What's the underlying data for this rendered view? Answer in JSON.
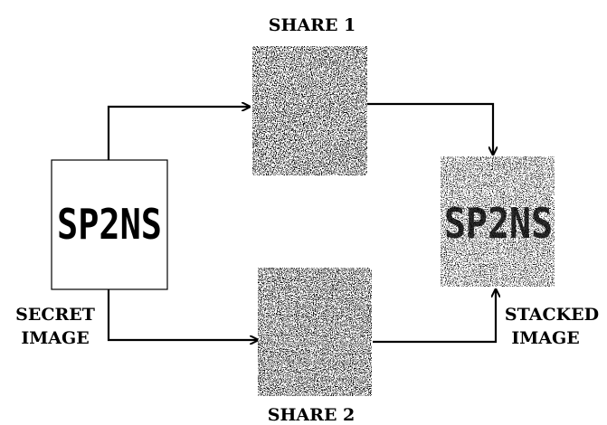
{
  "diagram": {
    "share1_label": "SHARE 1",
    "share2_label": "SHARE 2",
    "secret_text": "SP2NS",
    "stacked_text": "SP2NS",
    "secret_caption_line1": "SECRET",
    "secret_caption_line2": "IMAGE",
    "stacked_caption_line1": "STACKED",
    "stacked_caption_line2": "IMAGE",
    "colors": {
      "ink": "#000000",
      "noise_light": "#ffffff",
      "noise_dark": "#1a1a1a",
      "background": "#ffffff"
    }
  }
}
